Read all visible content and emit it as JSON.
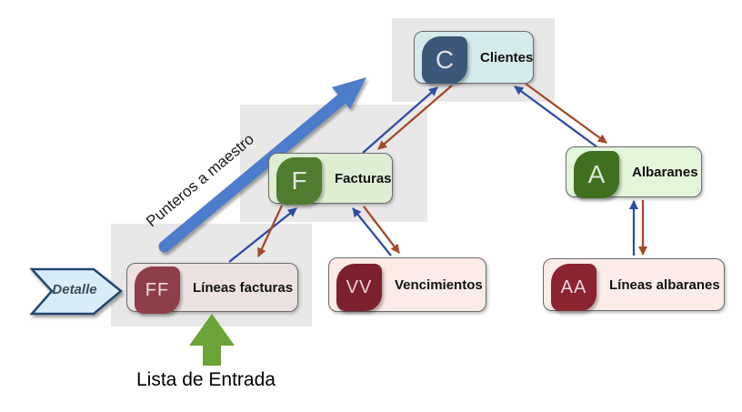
{
  "diagram": {
    "annotations": {
      "master_pointer_label": "Punteros a maestro",
      "detail_label": "Detalle",
      "entry_list_label": "Lista de Entrada"
    },
    "nodes": {
      "clientes": {
        "label": "Clientes",
        "icon_text": "C",
        "box_color": "#d5eaea",
        "icon_color": "#3b5878"
      },
      "facturas": {
        "label": "Facturas",
        "icon_text": "F",
        "box_color": "#ddeed4",
        "icon_color": "#4f7c2e"
      },
      "albaranes": {
        "label": "Albaranes",
        "icon_text": "A",
        "box_color": "#e3f5db",
        "icon_color": "#3f701f"
      },
      "lineas_facturas": {
        "label": "Líneas facturas",
        "icon_text": "FF",
        "box_color": "#ece2e2",
        "icon_color": "#8e3e48"
      },
      "vencimientos": {
        "label": "Vencimientos",
        "icon_text": "VV",
        "box_color": "#fbebe7",
        "icon_color": "#7c202d"
      },
      "lineas_albaranes": {
        "label": "Líneas albaranes",
        "icon_text": "AA",
        "box_color": "#fbece8",
        "icon_color": "#8b2331"
      }
    },
    "edges": [
      {
        "from": "lineas_facturas",
        "to": "facturas",
        "color": "#2f4da6",
        "type": "pointer-to-master"
      },
      {
        "from": "facturas",
        "to": "lineas_facturas",
        "color": "#a34b28",
        "type": "master-to-detail"
      },
      {
        "from": "facturas",
        "to": "clientes",
        "color": "#2f4da6",
        "type": "pointer-to-master"
      },
      {
        "from": "clientes",
        "to": "facturas",
        "color": "#a34b28",
        "type": "master-to-detail"
      },
      {
        "from": "albaranes",
        "to": "clientes",
        "color": "#2f4da6",
        "type": "pointer-to-master"
      },
      {
        "from": "clientes",
        "to": "albaranes",
        "color": "#a34b28",
        "type": "master-to-detail"
      },
      {
        "from": "vencimientos",
        "to": "facturas",
        "color": "#2f4da6",
        "type": "pointer-to-master"
      },
      {
        "from": "facturas",
        "to": "vencimientos",
        "color": "#a34b28",
        "type": "master-to-detail"
      },
      {
        "from": "lineas_albaranes",
        "to": "albaranes",
        "color": "#2f4da6",
        "type": "pointer-to-master"
      },
      {
        "from": "albaranes",
        "to": "lineas_albaranes",
        "color": "#a34b28",
        "type": "master-to-detail"
      }
    ],
    "colors": {
      "pointer_blue": "#2f4da6",
      "pointer_red": "#a34b28",
      "master_arrow_blue": "#4b7dca",
      "entry_arrow_green": "#6ba437",
      "panel_gray": "#e9e8e8",
      "detail_arrow_fill": "#d9edf8",
      "detail_arrow_border": "#24476f"
    }
  }
}
